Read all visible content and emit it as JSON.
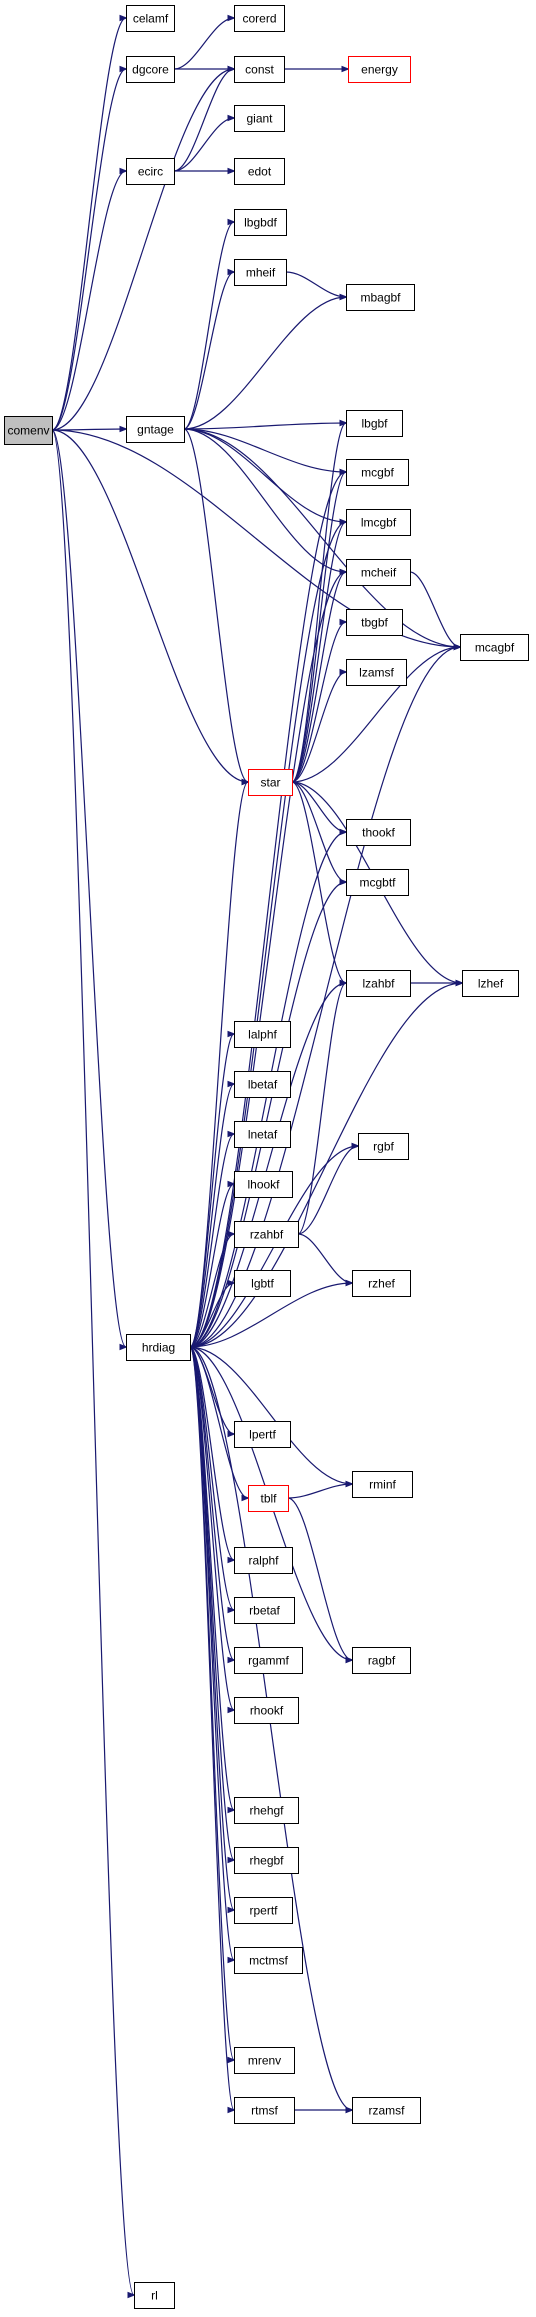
{
  "colors": {
    "edge": "#191970",
    "highlight": "#ff0000",
    "root_fill": "#bfbfbf"
  },
  "nodes": [
    {
      "id": "comenv",
      "label": "comenv",
      "style": "root"
    },
    {
      "id": "celamf",
      "label": "celamf"
    },
    {
      "id": "dgcore",
      "label": "dgcore"
    },
    {
      "id": "corerd",
      "label": "corerd"
    },
    {
      "id": "const",
      "label": "const"
    },
    {
      "id": "energy",
      "label": "energy",
      "style": "red"
    },
    {
      "id": "giant",
      "label": "giant"
    },
    {
      "id": "ecirc",
      "label": "ecirc"
    },
    {
      "id": "edot",
      "label": "edot"
    },
    {
      "id": "lbgbdf",
      "label": "lbgbdf"
    },
    {
      "id": "mheif",
      "label": "mheif"
    },
    {
      "id": "mbagbf",
      "label": "mbagbf"
    },
    {
      "id": "gntage",
      "label": "gntage"
    },
    {
      "id": "lbgbf",
      "label": "lbgbf"
    },
    {
      "id": "mcgbf",
      "label": "mcgbf"
    },
    {
      "id": "lmcgbf",
      "label": "lmcgbf"
    },
    {
      "id": "mcheif",
      "label": "mcheif"
    },
    {
      "id": "tbgbf",
      "label": "tbgbf"
    },
    {
      "id": "mcagbf",
      "label": "mcagbf"
    },
    {
      "id": "lzamsf",
      "label": "lzamsf"
    },
    {
      "id": "star",
      "label": "star",
      "style": "red"
    },
    {
      "id": "thookf",
      "label": "thookf"
    },
    {
      "id": "mcgbtf",
      "label": "mcgbtf"
    },
    {
      "id": "lzahbf",
      "label": "lzahbf"
    },
    {
      "id": "lzhef",
      "label": "lzhef"
    },
    {
      "id": "lalphf",
      "label": "lalphf"
    },
    {
      "id": "lbetaf",
      "label": "lbetaf"
    },
    {
      "id": "lnetaf",
      "label": "lnetaf"
    },
    {
      "id": "rgbf",
      "label": "rgbf"
    },
    {
      "id": "lhookf",
      "label": "lhookf"
    },
    {
      "id": "rzahbf",
      "label": "rzahbf"
    },
    {
      "id": "rzhef",
      "label": "rzhef"
    },
    {
      "id": "lgbtf",
      "label": "lgbtf"
    },
    {
      "id": "hrdiag",
      "label": "hrdiag"
    },
    {
      "id": "lpertf",
      "label": "lpertf"
    },
    {
      "id": "rminf",
      "label": "rminf"
    },
    {
      "id": "tblf",
      "label": "tblf",
      "style": "red"
    },
    {
      "id": "ralphf",
      "label": "ralphf"
    },
    {
      "id": "rbetaf",
      "label": "rbetaf"
    },
    {
      "id": "rgammf",
      "label": "rgammf"
    },
    {
      "id": "ragbf",
      "label": "ragbf"
    },
    {
      "id": "rhookf",
      "label": "rhookf"
    },
    {
      "id": "rhehgf",
      "label": "rhehgf"
    },
    {
      "id": "rhegbf",
      "label": "rhegbf"
    },
    {
      "id": "rpertf",
      "label": "rpertf"
    },
    {
      "id": "mctmsf",
      "label": "mctmsf"
    },
    {
      "id": "mrenv",
      "label": "mrenv"
    },
    {
      "id": "rtmsf",
      "label": "rtmsf"
    },
    {
      "id": "rzamsf",
      "label": "rzamsf"
    },
    {
      "id": "rl",
      "label": "rl"
    }
  ],
  "edges": [
    [
      "comenv",
      "celamf"
    ],
    [
      "comenv",
      "dgcore"
    ],
    [
      "comenv",
      "const"
    ],
    [
      "comenv",
      "ecirc"
    ],
    [
      "comenv",
      "gntage"
    ],
    [
      "comenv",
      "star"
    ],
    [
      "comenv",
      "mcagbf"
    ],
    [
      "comenv",
      "hrdiag"
    ],
    [
      "comenv",
      "rl"
    ],
    [
      "dgcore",
      "corerd"
    ],
    [
      "dgcore",
      "const"
    ],
    [
      "const",
      "energy"
    ],
    [
      "ecirc",
      "const"
    ],
    [
      "ecirc",
      "giant"
    ],
    [
      "ecirc",
      "edot"
    ],
    [
      "gntage",
      "lbgbdf"
    ],
    [
      "gntage",
      "mheif"
    ],
    [
      "gntage",
      "mbagbf"
    ],
    [
      "gntage",
      "lbgbf"
    ],
    [
      "gntage",
      "mcgbf"
    ],
    [
      "gntage",
      "lmcgbf"
    ],
    [
      "gntage",
      "mcheif"
    ],
    [
      "gntage",
      "mcagbf"
    ],
    [
      "gntage",
      "star"
    ],
    [
      "mheif",
      "mbagbf"
    ],
    [
      "mcheif",
      "mcagbf"
    ],
    [
      "star",
      "lbgbf"
    ],
    [
      "star",
      "mcgbf"
    ],
    [
      "star",
      "lmcgbf"
    ],
    [
      "star",
      "mcheif"
    ],
    [
      "star",
      "tbgbf"
    ],
    [
      "star",
      "lzamsf"
    ],
    [
      "star",
      "mcagbf"
    ],
    [
      "star",
      "thookf"
    ],
    [
      "star",
      "mcgbtf"
    ],
    [
      "star",
      "lzahbf"
    ],
    [
      "star",
      "lzhef"
    ],
    [
      "lzahbf",
      "lzhef"
    ],
    [
      "hrdiag",
      "star"
    ],
    [
      "hrdiag",
      "mcgbf"
    ],
    [
      "hrdiag",
      "lmcgbf"
    ],
    [
      "hrdiag",
      "mcheif"
    ],
    [
      "hrdiag",
      "mcagbf"
    ],
    [
      "hrdiag",
      "thookf"
    ],
    [
      "hrdiag",
      "mcgbtf"
    ],
    [
      "hrdiag",
      "lzahbf"
    ],
    [
      "hrdiag",
      "lzhef"
    ],
    [
      "hrdiag",
      "lalphf"
    ],
    [
      "hrdiag",
      "lbetaf"
    ],
    [
      "hrdiag",
      "lnetaf"
    ],
    [
      "hrdiag",
      "rgbf"
    ],
    [
      "hrdiag",
      "lhookf"
    ],
    [
      "hrdiag",
      "rzahbf"
    ],
    [
      "hrdiag",
      "rzhef"
    ],
    [
      "hrdiag",
      "lgbtf"
    ],
    [
      "hrdiag",
      "lpertf"
    ],
    [
      "hrdiag",
      "rminf"
    ],
    [
      "hrdiag",
      "tblf"
    ],
    [
      "hrdiag",
      "ralphf"
    ],
    [
      "hrdiag",
      "rbetaf"
    ],
    [
      "hrdiag",
      "rgammf"
    ],
    [
      "hrdiag",
      "ragbf"
    ],
    [
      "hrdiag",
      "rhookf"
    ],
    [
      "hrdiag",
      "rhehgf"
    ],
    [
      "hrdiag",
      "rhegbf"
    ],
    [
      "hrdiag",
      "rpertf"
    ],
    [
      "hrdiag",
      "mctmsf"
    ],
    [
      "hrdiag",
      "mrenv"
    ],
    [
      "hrdiag",
      "rtmsf"
    ],
    [
      "hrdiag",
      "rzamsf"
    ],
    [
      "rzahbf",
      "rgbf"
    ],
    [
      "rzahbf",
      "rzhef"
    ],
    [
      "rzahbf",
      "lzahbf"
    ],
    [
      "tblf",
      "rminf"
    ],
    [
      "tblf",
      "ragbf"
    ],
    [
      "rtmsf",
      "rzamsf"
    ]
  ]
}
